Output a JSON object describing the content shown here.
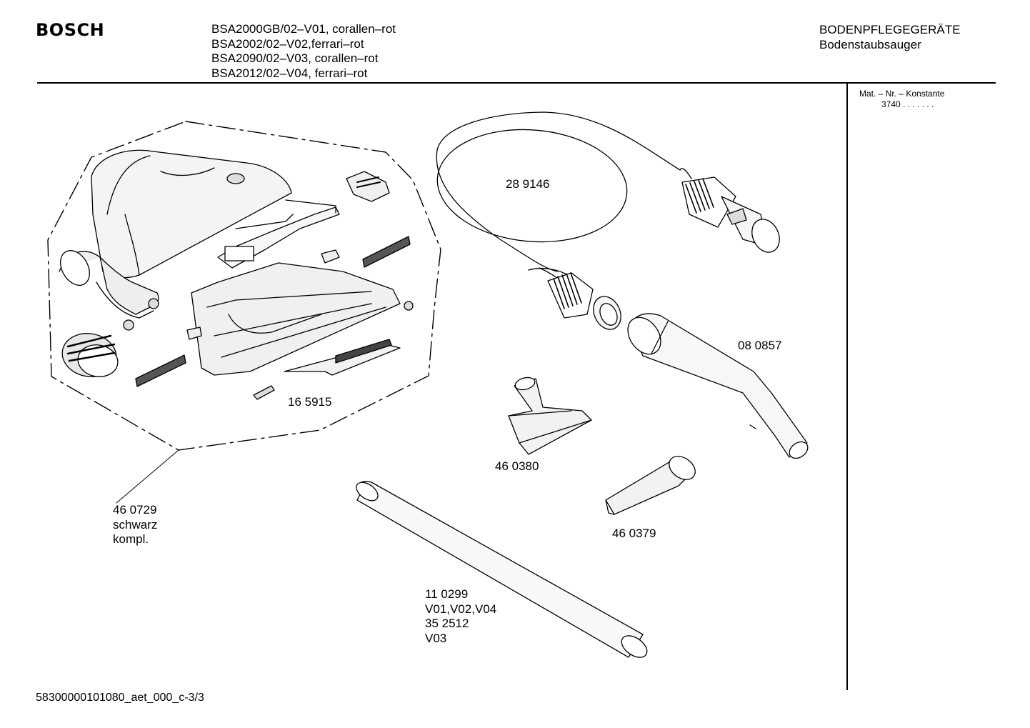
{
  "header": {
    "brand": "BOSCH",
    "models": [
      "BSA2000GB/02–V01, corallen–rot",
      "BSA2002/02–V02,ferrari–rot",
      "BSA2090/02–V03, corallen–rot",
      "BSA2012/02–V04, ferrari–rot"
    ],
    "category": "BODENPFLEGEGERÄTE",
    "subcategory": "Bodenstaubsauger"
  },
  "side_panel": {
    "label": "Mat. – Nr. – Konstante",
    "value": "3740 . . . . . . ."
  },
  "parts": {
    "hose": "28 9146",
    "floor_nozzle_part": "16 5915",
    "floor_nozzle_assembly": {
      "number": "46 0729",
      "color": "schwarz",
      "note": "kompl."
    },
    "handle_tube": "08 0857",
    "upholstery_nozzle": "46 0380",
    "crevice_nozzle": "46 0379",
    "extension_tube": {
      "number_1": "11 0299",
      "variants_1": "V01,V02,V04",
      "number_2": "35 2512",
      "variants_2": "V03"
    }
  },
  "footer": {
    "doc_id": "58300000101080_aet_000_c-3/3"
  }
}
